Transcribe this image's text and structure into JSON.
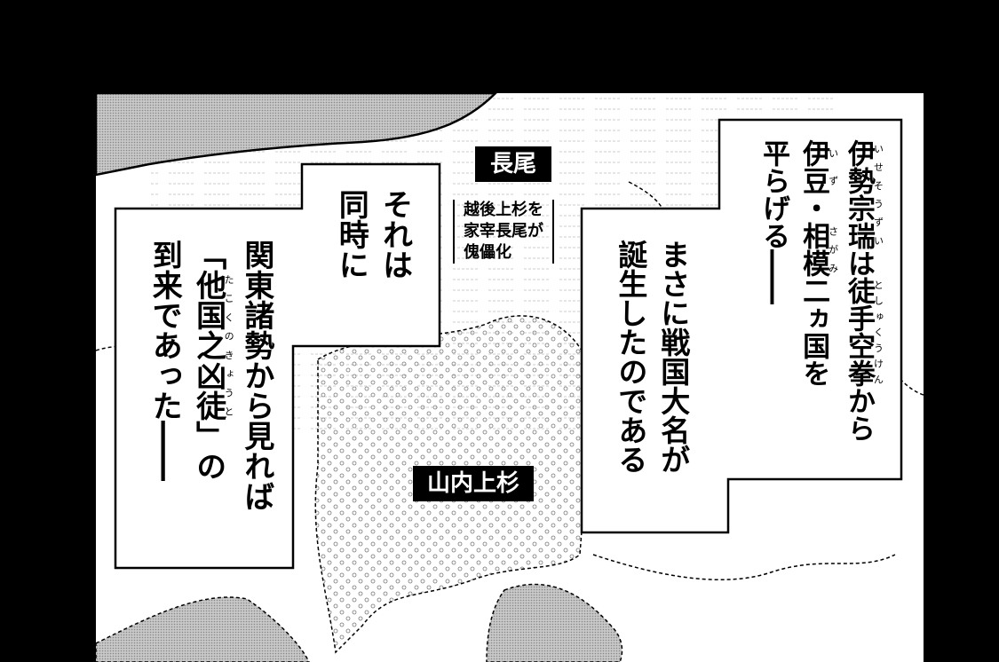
{
  "colors": {
    "background": "#000000",
    "panel": "#ffffff",
    "halftone": "#b8b8b8",
    "ink": "#000000"
  },
  "map_labels": {
    "nagao": "長尾",
    "nagao_note": [
      "越後上杉を",
      "家宰長尾が",
      "傀儡化"
    ],
    "yamanouchi": "山内上杉"
  },
  "caption_right": [
    [
      {
        "t": "伊勢宗瑞",
        "r": "いせそうずい"
      },
      {
        "t": "は"
      },
      {
        "t": "徒手空拳",
        "r": "としゅくうけん"
      },
      {
        "t": "から"
      }
    ],
    [
      {
        "t": "伊豆",
        "r": "いず"
      },
      {
        "t": "・"
      },
      {
        "t": "相模",
        "r": "さがみ"
      },
      {
        "t": "二ヵ国を"
      }
    ],
    [
      {
        "t": "平らげる――"
      }
    ]
  ],
  "caption_right_lower": [
    "まさに戦国大名が",
    "誕生したのである"
  ],
  "caption_left_upper": [
    "それは",
    "同時に"
  ],
  "caption_left": [
    [
      {
        "t": "関東諸勢から見れば"
      }
    ],
    [
      {
        "t": "「"
      },
      {
        "t": "他国之凶徒",
        "r": "たこくのきょうと"
      },
      {
        "t": "」の"
      }
    ],
    [
      {
        "t": "到来であった――"
      }
    ]
  ]
}
